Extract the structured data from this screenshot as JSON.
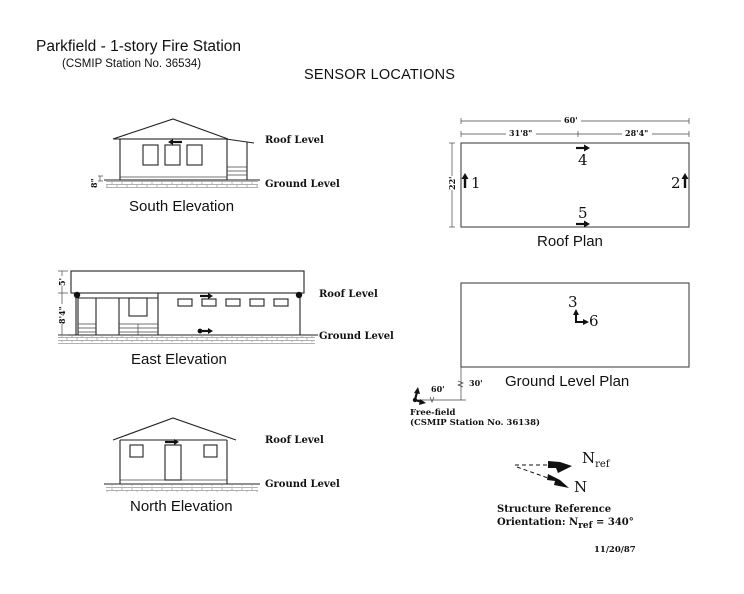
{
  "header": {
    "title": "Parkfield - 1-story Fire Station",
    "subtitle": "(CSMIP Station No. 36534)",
    "heading": "SENSOR LOCATIONS"
  },
  "levels": {
    "roof": "Roof  Level",
    "ground": "Ground  Level"
  },
  "south_elevation": {
    "caption": "South Elevation",
    "height_dim": "8\""
  },
  "east_elevation": {
    "caption": "East Elevation",
    "roof_dim": "5'",
    "wall_dim": "8'4\""
  },
  "north_elevation": {
    "caption": "North Elevation"
  },
  "roof_plan": {
    "caption": "Roof Plan",
    "overall_width": "60'",
    "left_segment": "31'8\"",
    "right_segment": "28'4\"",
    "depth": "22'",
    "sensors": [
      {
        "id": "1",
        "direction": "up"
      },
      {
        "id": "2",
        "direction": "up"
      },
      {
        "id": "4",
        "direction": "right"
      },
      {
        "id": "5",
        "direction": "right"
      }
    ]
  },
  "ground_plan": {
    "caption": "Ground Level Plan",
    "sensors": [
      {
        "id": "3",
        "direction": "up"
      },
      {
        "id": "6",
        "direction": "right"
      }
    ],
    "offset_x": "60'",
    "offset_y": "30'"
  },
  "free_field": {
    "label": "Free-field",
    "station": "(CSMIP Station No. 36138)"
  },
  "orientation": {
    "n_ref_label": "N",
    "n_ref_sub": "ref",
    "north_label": "N",
    "line1": "Structure Reference",
    "line2_prefix": "Orientation: N",
    "line2_sub": "ref",
    "line2_suffix": " = 340°"
  },
  "date": "11/20/87",
  "colors": {
    "ink": "#111111",
    "background": "#ffffff"
  }
}
